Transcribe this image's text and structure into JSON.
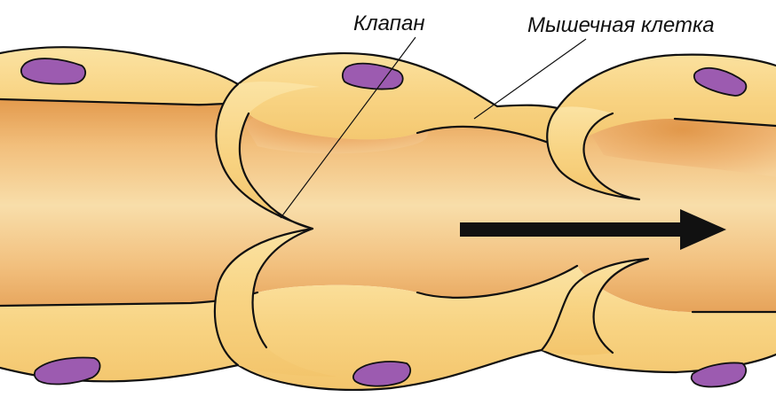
{
  "labels": {
    "valve": "Клапан",
    "muscle_cell": "Мышечная клетка"
  },
  "colors": {
    "lumen_center": "#f7dca8",
    "lumen_edge": "#e29a4e",
    "wall": "#f9d88c",
    "wall_outline": "#111111",
    "nucleus": "#9c5bb0",
    "arrow": "#111111",
    "background": "#ffffff"
  },
  "arrow": {
    "direction": "right"
  }
}
